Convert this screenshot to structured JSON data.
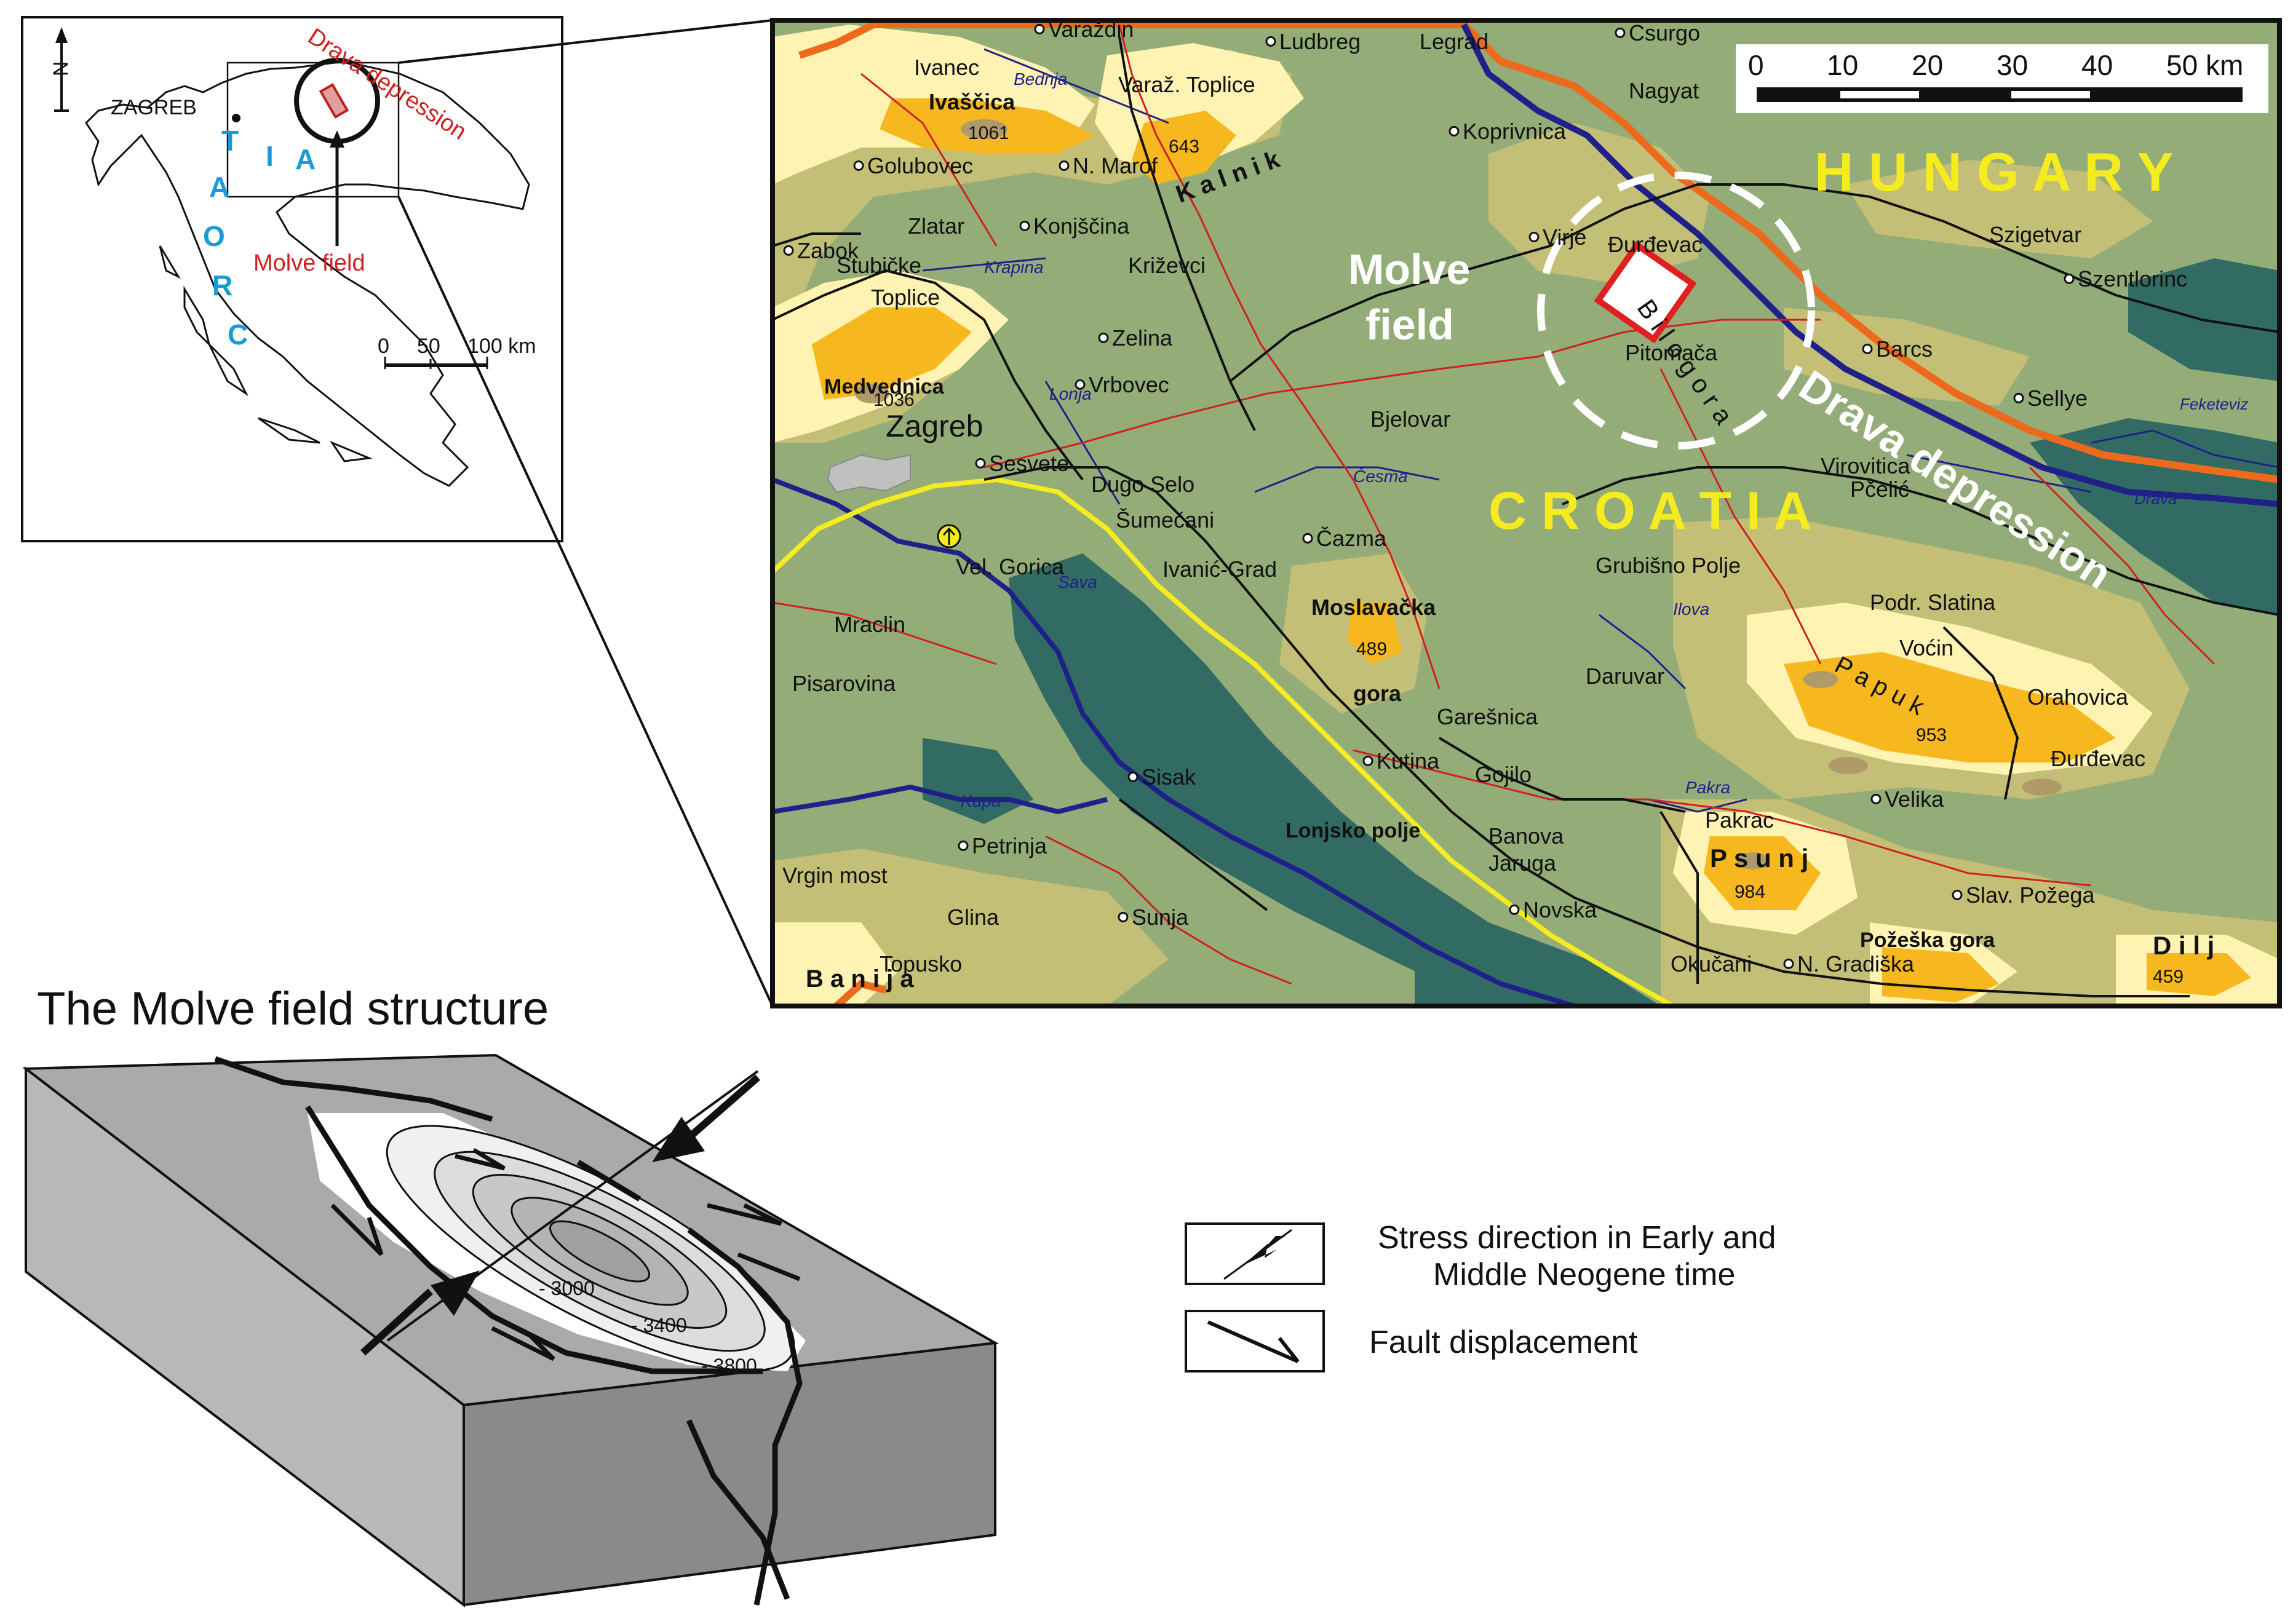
{
  "inset": {
    "north": "N",
    "zagreb": "ZAGREB",
    "country_letters": [
      "C",
      "R",
      "O",
      "A",
      "T",
      "I",
      "A"
    ],
    "depression_label": "Drava depression",
    "field_label": "Molve field",
    "scale_ticks": [
      "0",
      "50",
      "100 km"
    ]
  },
  "main_map": {
    "scale_ticks": [
      "0",
      "10",
      "20",
      "30",
      "40",
      "50 km"
    ],
    "hungary": "H U N G A R Y",
    "croatia": "C R O A T I A",
    "molve_field": [
      "Molve",
      "field"
    ],
    "drava_depression": "Drava depression",
    "bilogora": "B i l o g o r a",
    "kalnik": "K a l n i k",
    "papuk": "P a p u k",
    "banija": "B   a   n   i   j   a",
    "psunj": "P s u n j",
    "dilj": "D i l j",
    "towns": [
      {
        "name": "Varaždin"
      },
      {
        "name": "Ivanec"
      },
      {
        "name": "Bednja"
      },
      {
        "name": "Varaž. Toplice"
      },
      {
        "name": "Ludbreg"
      },
      {
        "name": "Legrad"
      },
      {
        "name": "Csurgo"
      },
      {
        "name": "Nagyat"
      },
      {
        "name": "Koprivnica"
      },
      {
        "name": "Ivaščica"
      },
      {
        "name": "Golubovec"
      },
      {
        "name": "N. Marof"
      },
      {
        "name": "Zlatar"
      },
      {
        "name": "Konjščina"
      },
      {
        "name": "Zabok"
      },
      {
        "name": "Stubičke"
      },
      {
        "name": "Toplice"
      },
      {
        "name": "Krapina"
      },
      {
        "name": "Križevci"
      },
      {
        "name": "Virje"
      },
      {
        "name": "Đurđevac"
      },
      {
        "name": "Szigetvar"
      },
      {
        "name": "Szentlorinc"
      },
      {
        "name": "Medvednica"
      },
      {
        "name": "Zelina"
      },
      {
        "name": "Vrbovec"
      },
      {
        "name": "Pitomača"
      },
      {
        "name": "Barcs"
      },
      {
        "name": "Sellye"
      },
      {
        "name": "Feketeviz"
      },
      {
        "name": "Zagreb"
      },
      {
        "name": "Sesvete"
      },
      {
        "name": "Lonja"
      },
      {
        "name": "Bjelovar"
      },
      {
        "name": "Dugo Selo"
      },
      {
        "name": "Česma"
      },
      {
        "name": "Virovitica"
      },
      {
        "name": "Pčelić"
      },
      {
        "name": "Drava"
      },
      {
        "name": "Šumečani"
      },
      {
        "name": "Čazma"
      },
      {
        "name": "Vel. Gorica"
      },
      {
        "name": "Ivanić-Grad"
      },
      {
        "name": "Sava"
      },
      {
        "name": "Grubišno Polje"
      },
      {
        "name": "Moslavačka"
      },
      {
        "name": "Ilova"
      },
      {
        "name": "Podr. Slatina"
      },
      {
        "name": "Mraclin"
      },
      {
        "name": "Voćin"
      },
      {
        "name": "Daruvar"
      },
      {
        "name": "Orahovica"
      },
      {
        "name": "Pisarovina"
      },
      {
        "name": "gora"
      },
      {
        "name": "Garešnica"
      },
      {
        "name": "Kutina"
      },
      {
        "name": "Gojilo"
      },
      {
        "name": "Đurđevac"
      },
      {
        "name": "Sisak"
      },
      {
        "name": "Kupa"
      },
      {
        "name": "Lonjsko polje"
      },
      {
        "name": "Pakra"
      },
      {
        "name": "Pakrac"
      },
      {
        "name": "Velika"
      },
      {
        "name": "Petrinja"
      },
      {
        "name": "Banova"
      },
      {
        "name": "Jaruga"
      },
      {
        "name": "Vrgin most"
      },
      {
        "name": "Glina"
      },
      {
        "name": "Sunja"
      },
      {
        "name": "Novska"
      },
      {
        "name": "Slav. Požega"
      },
      {
        "name": "Požeška gora"
      },
      {
        "name": "Topusko"
      },
      {
        "name": "Okučani"
      },
      {
        "name": "N. Gradiška"
      }
    ],
    "elevations": [
      "1061",
      "643",
      "1036",
      "489",
      "953",
      "984",
      "459"
    ]
  },
  "block": {
    "title": "The Molve field structure",
    "contours": [
      "- 3000",
      "- 3400",
      "- 3800"
    ]
  },
  "legend": {
    "stress": [
      "Stress direction in Early and",
      "Middle Neogene time"
    ],
    "fault": "Fault displacement"
  },
  "colors": {
    "plain": "#94ac78",
    "hill": "#c4bf76",
    "upland": "#fef3b2",
    "peak": "#f6b81e",
    "summit": "#b09a6a",
    "lowland": "#316b63",
    "road": "#111111",
    "rail": "#d02020",
    "river": "#20208a",
    "highway": "#f5ec20",
    "border": "#ed6a1c",
    "blockTop": "#aaaaaa",
    "blockSide": "#8a8a8a"
  }
}
